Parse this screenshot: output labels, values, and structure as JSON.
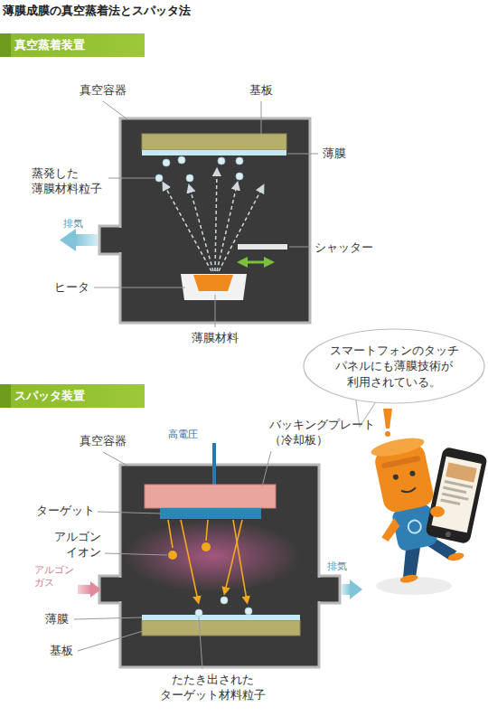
{
  "diagram": {
    "title": "薄膜成膜の真空蒸着法とスパッタ法",
    "nodes": [
      {
        "text": [
          "真空蒸着装置"
        ]
      },
      {
        "text": [
          "スマートフォンのタッチ パネルにも薄膜技術が 利用されている。"
        ]
      },
      {
        "text": [
          "スパッタ装置"
        ]
      }
    ],
    "labels": [
      "真空容器",
      "基板",
      "薄膜",
      "蒸発した 薄膜材料粒子",
      "排気",
      "シャッター",
      "ヒータ",
      "薄膜材料",
      "高電圧",
      "バッキングプレート （冷却板）",
      "真空容器",
      "ターゲット",
      "アルゴン イオン",
      "アルゴン ガス",
      "排気",
      "薄膜",
      "基板",
      "たたき出された ターゲット材料粒子"
    ]
  }
}
